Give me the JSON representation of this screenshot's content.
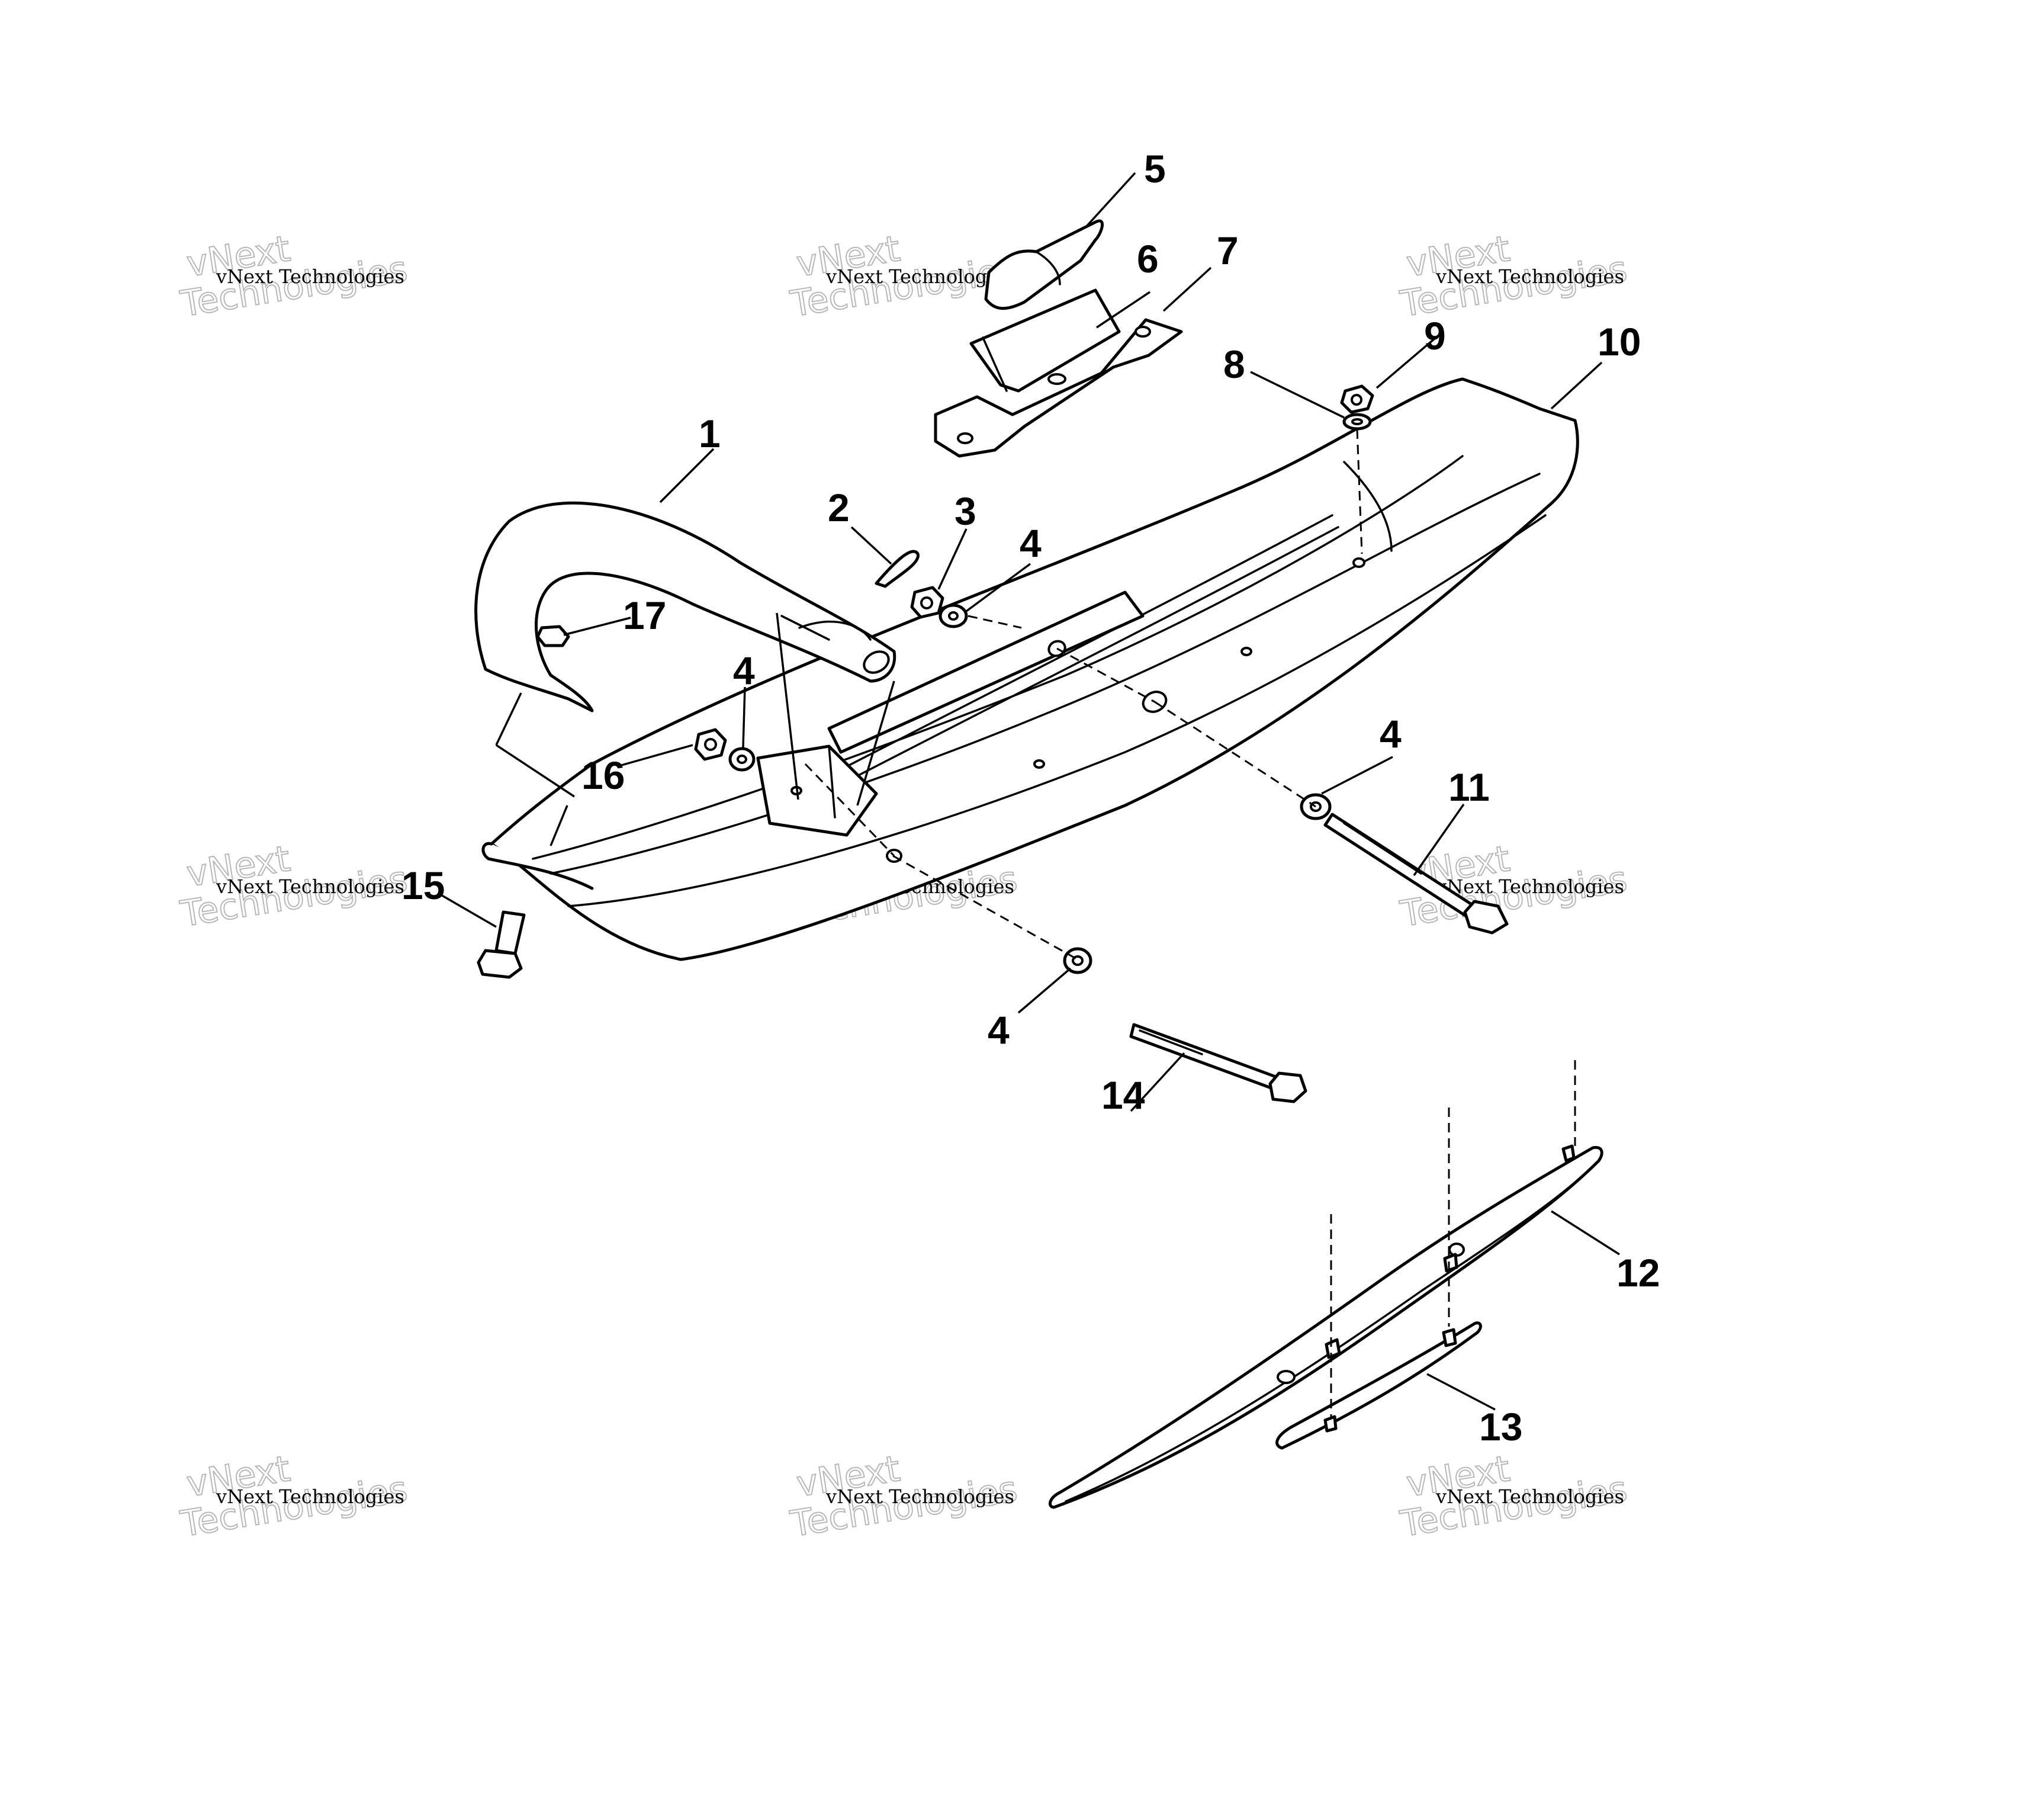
{
  "diagram": {
    "watermark": {
      "line1": "vNext Technologies",
      "line2": "vNext",
      "line3": "Technologies"
    },
    "callouts": [
      "1",
      "2",
      "3",
      "4",
      "5",
      "6",
      "7",
      "8",
      "9",
      "10",
      "11",
      "12",
      "13",
      "14",
      "15",
      "16",
      "17"
    ],
    "parts": {
      "ski_loop": "ski-loop-handle",
      "ski": "ski-body",
      "wear_bar_long": "wear-bar",
      "wear_bar_short": "carbide-runner"
    }
  }
}
